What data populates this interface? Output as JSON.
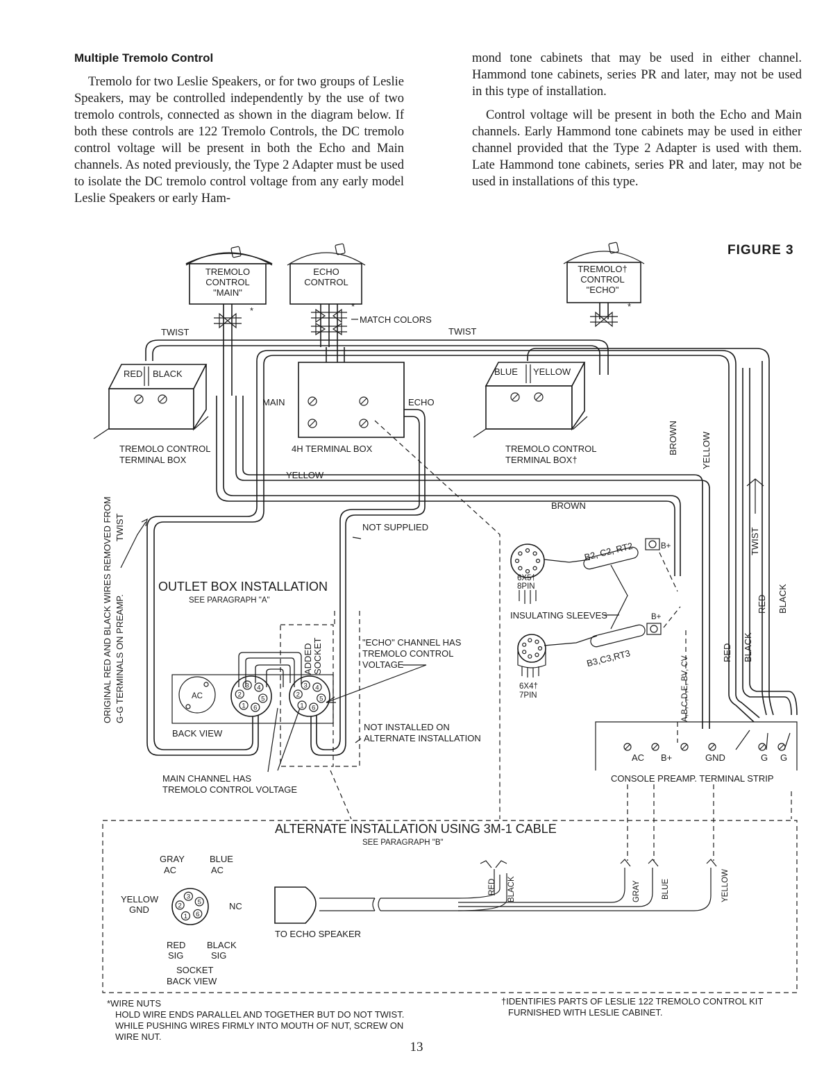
{
  "left_column": {
    "heading": "Multiple Tremolo Control",
    "paragraph": "Tremolo for two Leslie Speakers, or for two groups of Leslie Speakers, may be controlled independently by the use of two tremolo controls, connected as shown in the diagram below. If both these controls are 122 Tremolo Controls, the DC tremolo control voltage will be present in both the Echo and Main channels. As noted previously, the Type 2 Adapter must be used to isolate the DC tremolo control voltage from any early model Leslie Speakers or early Ham-"
  },
  "right_column": {
    "paragraph1": "mond tone cabinets that may be used in either channel. Hammond tone cabinets, series PR and later, may not be used in this type of installation.",
    "paragraph2": "Control voltage will be present in both the Echo and Main channels. Early Hammond tone cabinets may be used in either channel provided that the Type 2 Adapter is used with them. Late Hammond tone cabinets, series PR and later, may not be used in installations of this type."
  },
  "figure": {
    "label": "FIGURE 3",
    "controls": {
      "main": [
        "TREMOLO",
        "CONTROL",
        "\"MAIN\""
      ],
      "echo": [
        "ECHO",
        "CONTROL"
      ],
      "echo_kit": [
        "TREMOLO†",
        "CONTROL",
        "\"ECHO\""
      ]
    },
    "asterisk": "*",
    "match_colors": "MATCH COLORS",
    "twist": "TWIST",
    "red": "RED",
    "black": "BLACK",
    "blue": "BLUE",
    "yellow": "YELLOW",
    "brown": "BROWN",
    "main": "MAIN",
    "echo": "ECHO",
    "terminal_box_left": [
      "TREMOLO CONTROL",
      "TERMINAL BOX"
    ],
    "terminal_box_4h": "4H TERMINAL BOX",
    "terminal_box_right": [
      "TREMOLO CONTROL",
      "TERMINAL BOX†"
    ],
    "side_note": [
      "ORIGINAL RED AND BLACK WIRES REMOVED FROM",
      "G-G TERMINALS ON PREAMP."
    ],
    "not_supplied": "NOT SUPPLIED",
    "outlet_box_title": "OUTLET BOX INSTALLATION",
    "outlet_box_sub": "SEE PARAGRAPH \"A\"",
    "added_socket": [
      "ADDED",
      "SOCKET"
    ],
    "echo_channel_note": [
      "\"ECHO\" CHANNEL HAS",
      "TREMOLO CONTROL",
      "VOLTAGE"
    ],
    "not_installed": [
      "NOT INSTALLED ON",
      "ALTERNATE INSTALLATION"
    ],
    "ac": "AC",
    "back_view": "BACK VIEW",
    "main_channel_note": [
      "MAIN CHANNEL HAS",
      "TREMOLO CONTROL VOLTAGE"
    ],
    "tube1": [
      "6X5†",
      "8PIN"
    ],
    "tube2": [
      "6X4†",
      "7PIN"
    ],
    "tube1_parts": "B2, C2, RT2",
    "tube2_parts": "B3,C3,RT3",
    "b_plus": "B+",
    "insulating_sleeves": "INSULATING SLEEVES",
    "abcde_label": "A,B,C,D,E, BV, CV",
    "preamp_terminals": [
      "AC",
      "B+",
      "GND",
      "G",
      "G"
    ],
    "preamp_label": "CONSOLE PREAMP. TERMINAL STRIP",
    "alt_title": "ALTERNATE INSTALLATION USING 3M-1 CABLE",
    "alt_sub": "SEE PARAGRAPH \"B\"",
    "socket_labels": {
      "gray_ac": [
        "GRAY",
        "AC"
      ],
      "blue_ac": [
        "BLUE",
        "AC"
      ],
      "yellow_gnd": [
        "YELLOW",
        "GND"
      ],
      "nc": "NC",
      "red_sig": [
        "RED",
        "SIG"
      ],
      "black_sig": [
        "BLACK",
        "SIG"
      ],
      "socket_view": [
        "SOCKET",
        "BACK VIEW"
      ]
    },
    "to_echo_speaker": "TO ECHO SPEAKER",
    "gray": "GRAY",
    "pins": [
      "1",
      "2",
      "3",
      "4",
      "5",
      "6"
    ]
  },
  "footnotes": {
    "wire_nuts": [
      "*WIRE NUTS",
      "HOLD WIRE ENDS PARALLEL AND TOGETHER BUT DO NOT TWIST.",
      "WHILE PUSHING WIRES FIRMLY INTO MOUTH OF NUT, SCREW ON",
      "WIRE NUT."
    ],
    "kit": [
      "†IDENTIFIES PARTS OF LESLIE 122 TREMOLO CONTROL KIT",
      "FURNISHED WITH LESLIE CABINET."
    ]
  },
  "page_number": "13"
}
